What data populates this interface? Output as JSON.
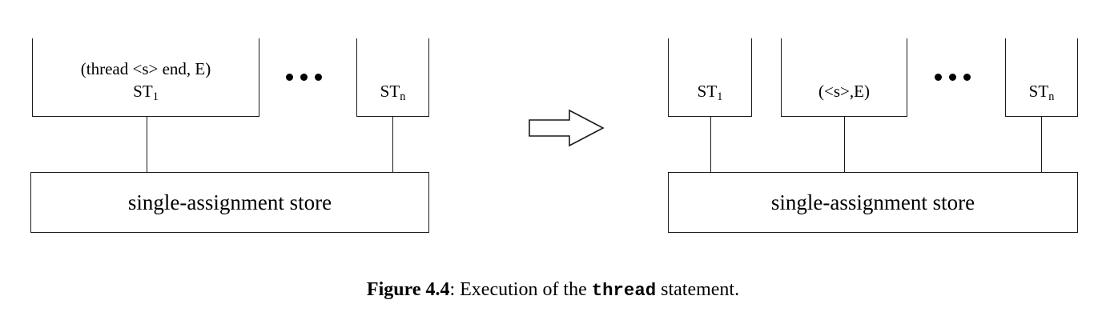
{
  "figure": {
    "caption_label": "Figure 4.4",
    "caption_separator": ":",
    "caption_text_before": "Execution of the",
    "caption_code": "thread",
    "caption_text_after": "statement.",
    "arrow_icon": "right-arrow-icon",
    "ellipsis_icon": "horizontal-ellipsis-icon",
    "ink_color": "#1a1a1a"
  },
  "before": {
    "store_label": "single-assignment store",
    "stacks": [
      {
        "id": "st1",
        "line_top": "(thread <s> end, E)",
        "line_bottom_base": "ST",
        "line_bottom_sub": "1"
      },
      {
        "id": "stn",
        "line_top": "",
        "line_bottom_base": "ST",
        "line_bottom_sub": "n"
      }
    ]
  },
  "after": {
    "store_label": "single-assignment store",
    "stacks": [
      {
        "id": "st1",
        "line_top": "",
        "line_bottom_base": "ST",
        "line_bottom_sub": "1"
      },
      {
        "id": "new",
        "line_top": "",
        "line_bottom_base": "(<s>,E)",
        "line_bottom_sub": ""
      },
      {
        "id": "stn",
        "line_top": "",
        "line_bottom_base": "ST",
        "line_bottom_sub": "n"
      }
    ]
  }
}
